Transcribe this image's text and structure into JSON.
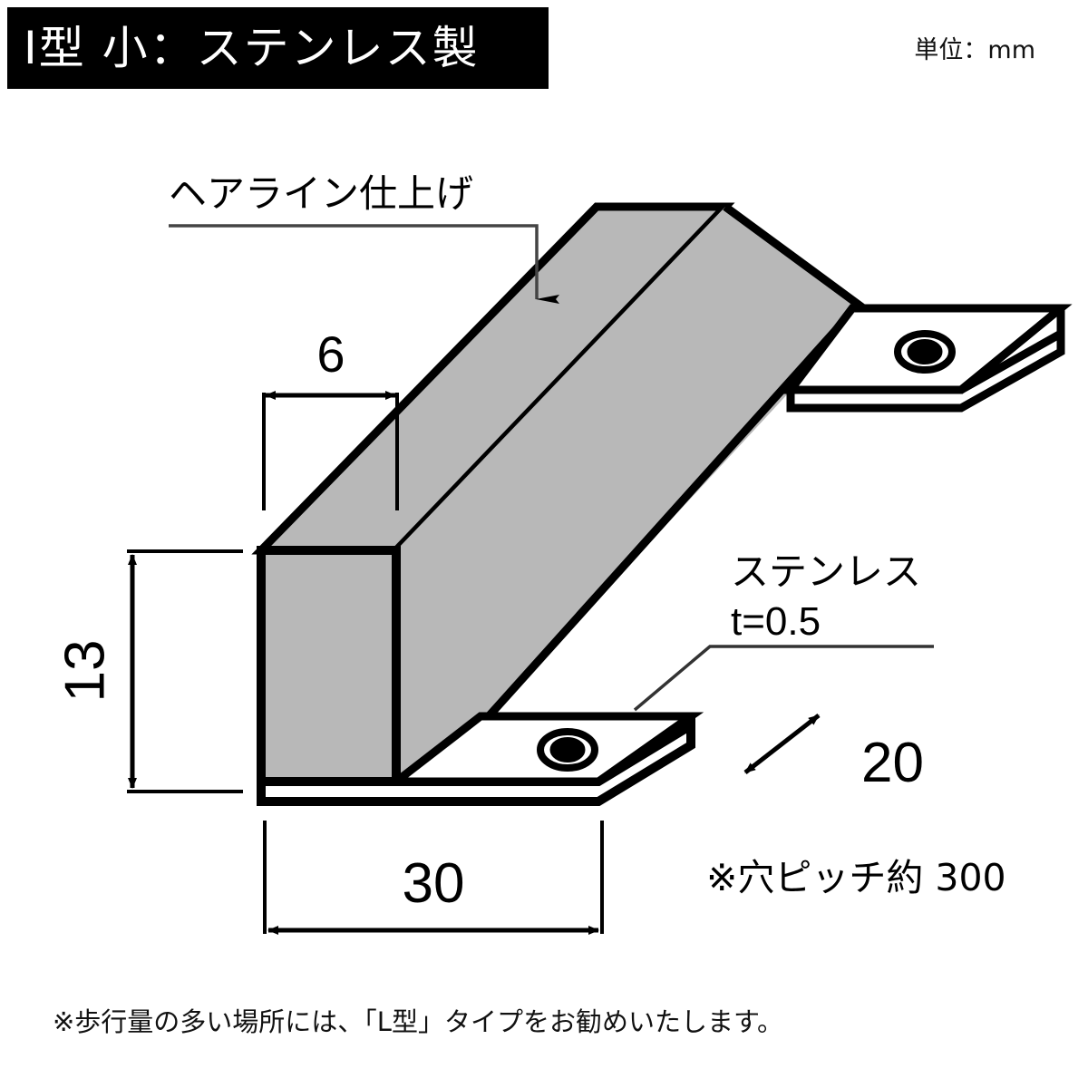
{
  "header": {
    "title": "I型 小：ステンレス製",
    "unit_note": "単位：mm"
  },
  "annotations": {
    "finish": "ヘアライン仕上げ",
    "material_line1": "ステンレス",
    "material_line2": "t=0.5",
    "hole_pitch_note": "※穴ピッチ約 300"
  },
  "dimensions": {
    "top_width": "6",
    "height": "13",
    "base_width": "30",
    "flange_depth": "20"
  },
  "footer": {
    "note": "※歩行量の多い場所には、「L型」タイプをお勧めいたします。"
  },
  "colors": {
    "banner_bg": "#000000",
    "banner_text": "#ffffff",
    "metal_fill": "#b8b8b8",
    "line": "#000000",
    "flange_fill": "#ffffff",
    "page_bg": "#ffffff"
  },
  "drawing": {
    "type": "isometric-technical-drawing",
    "object": "I-type small stainless steel threshold bar",
    "parts": [
      "top-face",
      "front-face",
      "side-face",
      "upper-right-flange",
      "lower-left-flange",
      "upper-flange-hole",
      "lower-flange-hole"
    ]
  }
}
